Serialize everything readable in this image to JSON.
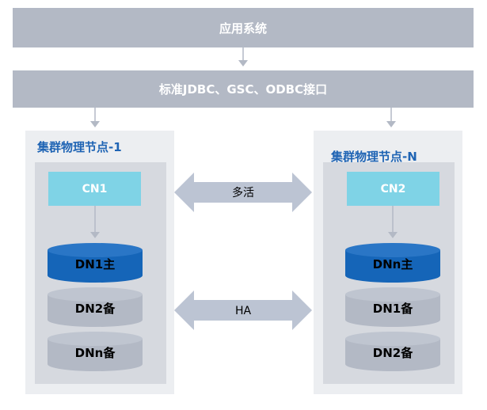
{
  "app_layer": {
    "label": "应用系统"
  },
  "interface_layer": {
    "label": "标准JDBC、GSC、ODBC接口"
  },
  "node_left": {
    "title": "集群物理节点-1",
    "cn": "CN1",
    "disks": [
      "DN1主",
      "DN2备",
      "DNn备"
    ]
  },
  "node_right": {
    "title": "集群物理节点-N",
    "cn": "CN2",
    "disks": [
      "DNn主",
      "DN1备",
      "DN2备"
    ]
  },
  "links": {
    "active_active": "多活",
    "ha": "HA"
  },
  "colors": {
    "bar": "#b3b9c5",
    "connector": "#b3b9c5",
    "node_outer": "#eceef1",
    "node_inner": "#d6d9df",
    "title": "#1f64b4",
    "cn": "#7fd3e6",
    "disk_primary": "#1565b8",
    "disk_standby": "#b3b9c5",
    "double_arrow": "#bcc4d3"
  }
}
